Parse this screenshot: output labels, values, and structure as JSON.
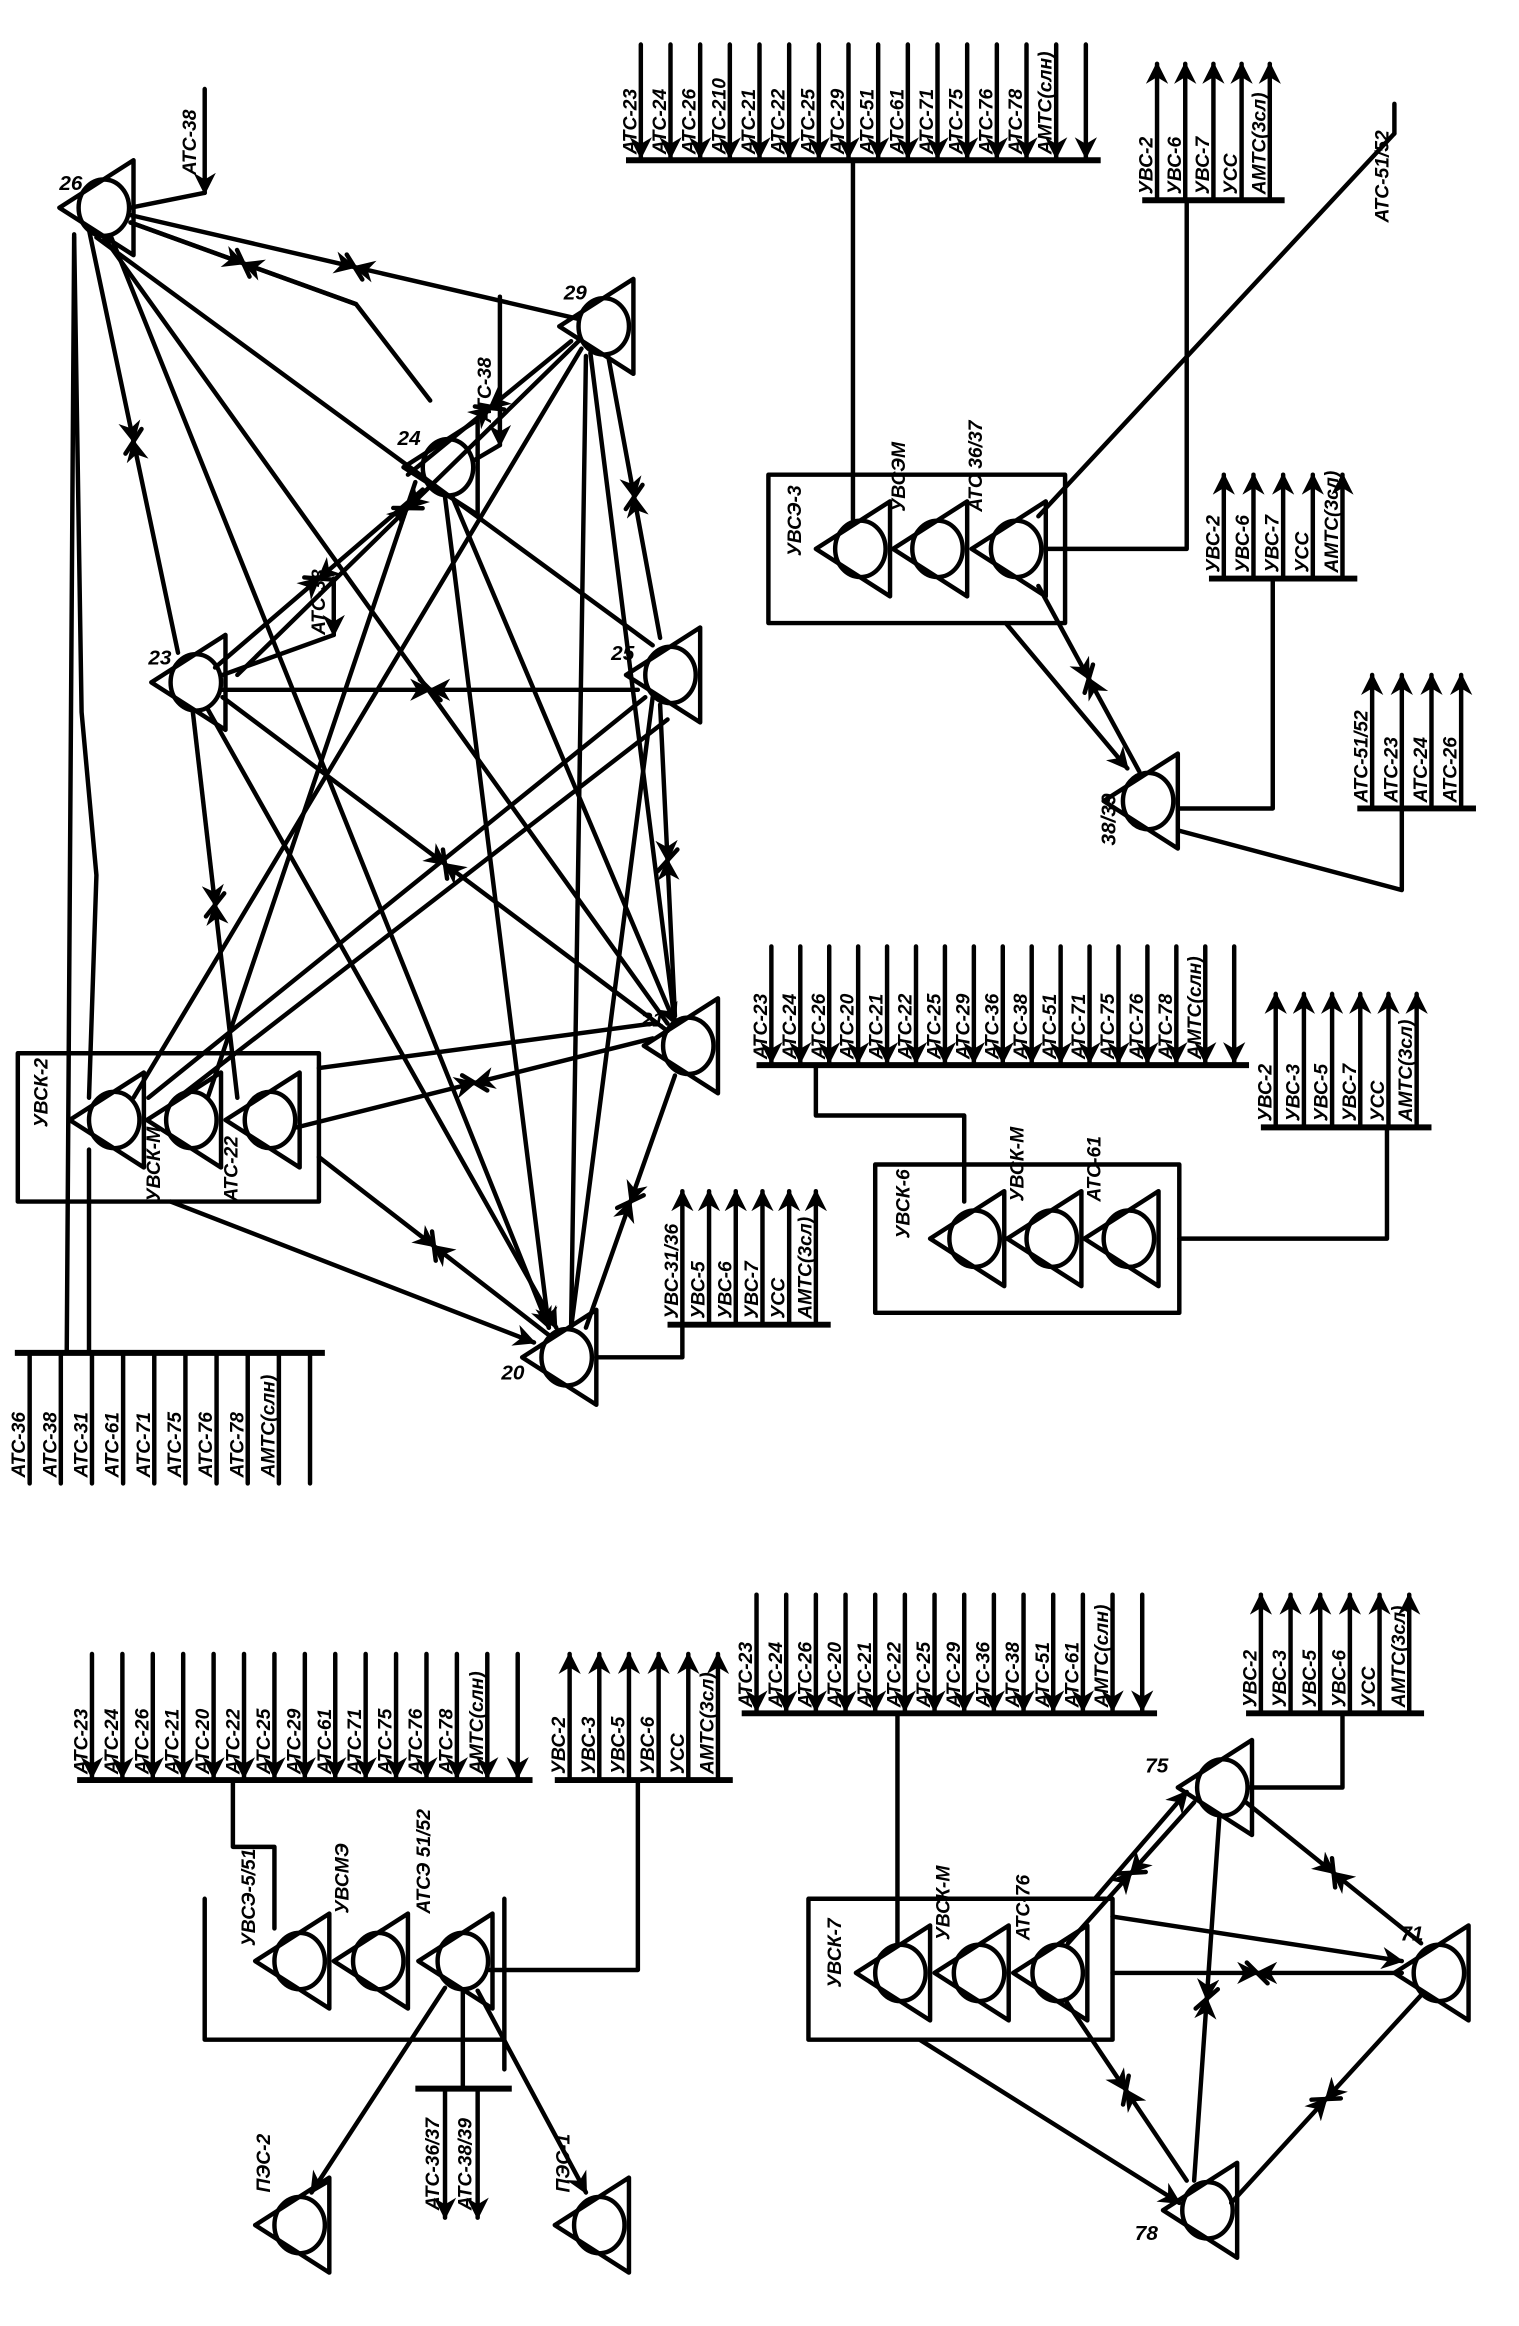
{
  "colors": {
    "ink": "#000000",
    "paper": "#ffffff"
  },
  "main_network": {
    "nodes": {
      "n26": "26",
      "n29": "29",
      "n24": "24",
      "n23": "23",
      "n25": "25",
      "n21": "21",
      "n20": "20"
    },
    "atc38_inputs": [
      "АТС-38",
      "АТС-38",
      "АТС-38"
    ],
    "uvsk2_group": {
      "title": "УВСК-2",
      "members": [
        "УВСК-М",
        "АТС-22"
      ]
    },
    "uvsk2_bus": [
      "АТС-36",
      "АТС-38",
      "АТС-31",
      "АТС-61",
      "АТС-71",
      "АТС-75",
      "АТС-76",
      "АТС-78",
      "АМТС(слн)"
    ],
    "node20_out_bus": [
      "УВС-31/36",
      "УВС-5",
      "УВС-6",
      "УВС-7",
      "УСС",
      "АМТС(3сл)"
    ]
  },
  "uvse3_cluster": {
    "group": {
      "title": "УВСЭ-3",
      "members": [
        "УВСЭМ",
        "АТС 36/37"
      ]
    },
    "in_bus": [
      "АТС-23",
      "АТС-24",
      "АТС-26",
      "АТС-210",
      "АТС-21",
      "АТС-22",
      "АТС-25",
      "АТС-29",
      "АТС-51",
      "АТС-61",
      "АТС-71",
      "АТС-75",
      "АТС-76",
      "АТС-78",
      "АМТС(слн)"
    ],
    "out_bus": [
      "УВС-2",
      "УВС-6",
      "УВС-7",
      "УСС",
      "АМТС(3сл)"
    ],
    "atc5152_line": "АТС-51/52",
    "node3839": "38/39",
    "node3839_out_bus": [
      "УВС-2",
      "УВС-6",
      "УВС-7",
      "УСС",
      "АМТС(3сл)"
    ],
    "node3839_atc_bus": [
      "АТС-51/52",
      "АТС-23",
      "АТС-24",
      "АТС-26"
    ]
  },
  "uvsk6_cluster": {
    "group": {
      "title": "УВСК-6",
      "members": [
        "УВСК-М",
        "АТС-61"
      ]
    },
    "in_bus": [
      "АТС-23",
      "АТС-24",
      "АТС-26",
      "АТС-20",
      "АТС-21",
      "АТС-22",
      "АТС-25",
      "АТС-29",
      "АТС-36",
      "АТС-38",
      "АТС-51",
      "АТС-71",
      "АТС-75",
      "АТС-76",
      "АТС-78",
      "АМТС(слн)"
    ],
    "out_bus": [
      "УВС-2",
      "УВС-3",
      "УВС-5",
      "УВС-7",
      "УСС",
      "АМТС(3сл)"
    ]
  },
  "uvse5_cluster": {
    "group": {
      "members": [
        "УВСЭ-5/51",
        "УВСМЭ",
        "АТСЭ 51/52"
      ]
    },
    "in_bus": [
      "АТС-23",
      "АТС-24",
      "АТС-26",
      "АТС-21",
      "АТС-20",
      "АТС-22",
      "АТС-25",
      "АТС-29",
      "АТС-61",
      "АТС-71",
      "АТС-75",
      "АТС-76",
      "АТС-78",
      "АМТС(слн)"
    ],
    "out_bus": [
      "УВС-2",
      "УВС-3",
      "УВС-5",
      "УВС-6",
      "УСС",
      "АМТС(3сл)"
    ],
    "pes2": "ПЭС-2",
    "pes1": "ПЭС-1",
    "atc_out": [
      "АТС-36/37",
      "АТС-38/39"
    ]
  },
  "uvsk7_cluster": {
    "group": {
      "title": "УВСК-7",
      "members": [
        "УВСК-М",
        "АТС-76"
      ]
    },
    "in_bus": [
      "АТС-23",
      "АТС-24",
      "АТС-26",
      "АТС-20",
      "АТС-21",
      "АТС-22",
      "АТС-25",
      "АТС-29",
      "АТС-36",
      "АТС-38",
      "АТС-51",
      "АТС-61",
      "АМТС(слн)"
    ],
    "out_bus": [
      "УВС-2",
      "УВС-3",
      "УВС-5",
      "УВС-6",
      "УСС",
      "АМТС(3сл)"
    ],
    "nodes": {
      "n75": "75",
      "n71": "71",
      "n78": "78"
    }
  }
}
